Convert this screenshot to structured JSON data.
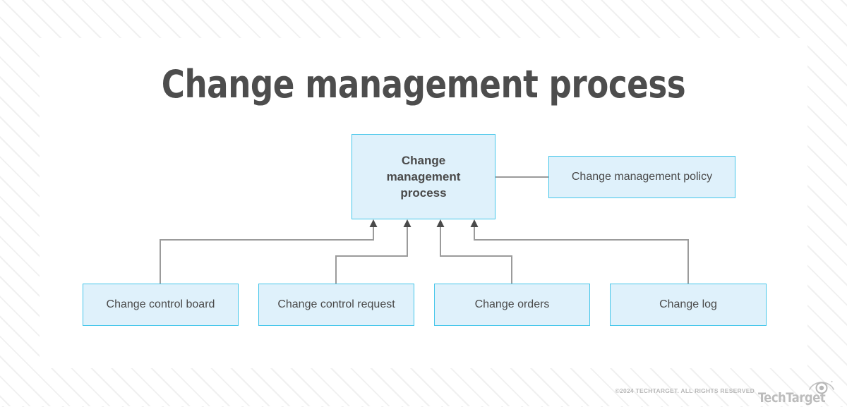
{
  "page": {
    "title": "Change management process",
    "background_color": "#fbfbfb",
    "card_color": "#ffffff",
    "stripe_color": "#f0f0f0"
  },
  "diagram": {
    "type": "hierarchy-flowchart",
    "box_fill": "#dff1fb",
    "box_border": "#45c6ea",
    "connector_color": "#9b9b9b",
    "text_color": "#4a4a4a",
    "root": {
      "label": "Change\nmanagement\nprocess",
      "label_plain": "Change management process"
    },
    "side": {
      "label": "Change management policy",
      "relation": "linked"
    },
    "children": [
      {
        "label": "Change control board"
      },
      {
        "label": "Change control request"
      },
      {
        "label": "Change orders"
      },
      {
        "label": "Change log"
      }
    ]
  },
  "footer": {
    "copyright": "©2024 TECHTARGET. ALL RIGHTS RESERVED",
    "brand": "TechTarget",
    "logo_icon": "eye-icon"
  }
}
